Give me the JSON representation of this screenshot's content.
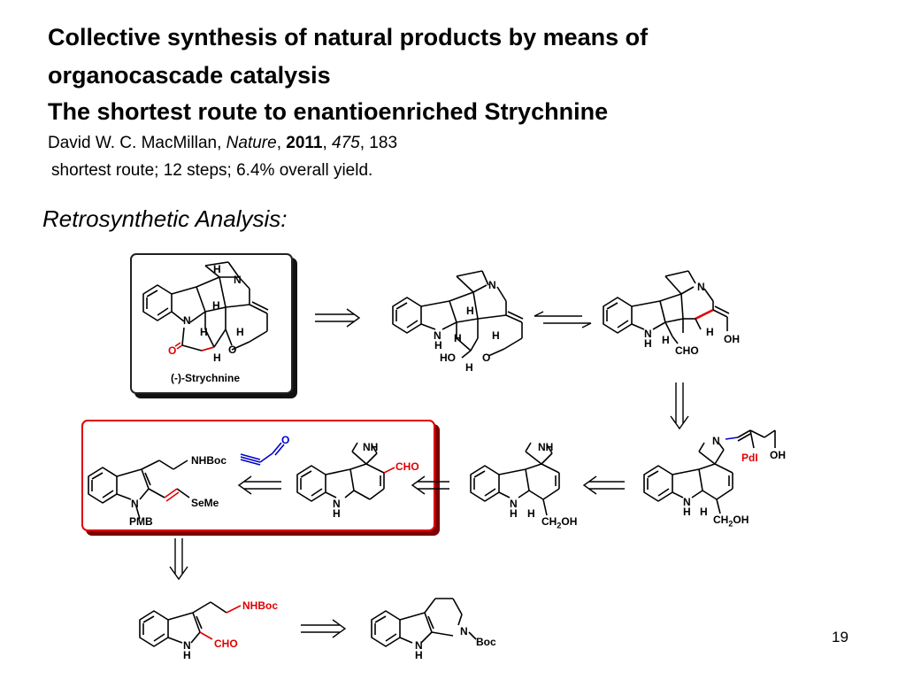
{
  "title": {
    "line1": "Collective synthesis of natural products by means of",
    "line2": "organocascade catalysis",
    "line3": "The shortest route to enantioenriched Strychnine"
  },
  "citation": {
    "authors": "David W. C. MacMillan, ",
    "journal": "Nature",
    "sep1": ", ",
    "year": "2011",
    "sep2": ", ",
    "volume": "475",
    "pages": ", 183",
    "summary": "shortest route; 12 steps; 6.4% overall yield."
  },
  "section_heading": "Retrosynthetic Analysis:",
  "structures": {
    "strychnine_name": "(-)-Strychnine",
    "labels": {
      "N": "N",
      "NH": "NH",
      "H": "H",
      "O": "O",
      "HO": "HO",
      "OH": "OH",
      "CHO": "CHO",
      "CH2OH_main": "CH",
      "CH2OH_sub": "2",
      "CH2OH_end": "OH",
      "PdI": "PdI",
      "NHBoc": "NHBoc",
      "SeMe": "SeMe",
      "PMB": "PMB",
      "Boc": "Boc"
    }
  },
  "colors": {
    "highlight": "#e00000",
    "ink": "#000000"
  },
  "page_number": "19"
}
